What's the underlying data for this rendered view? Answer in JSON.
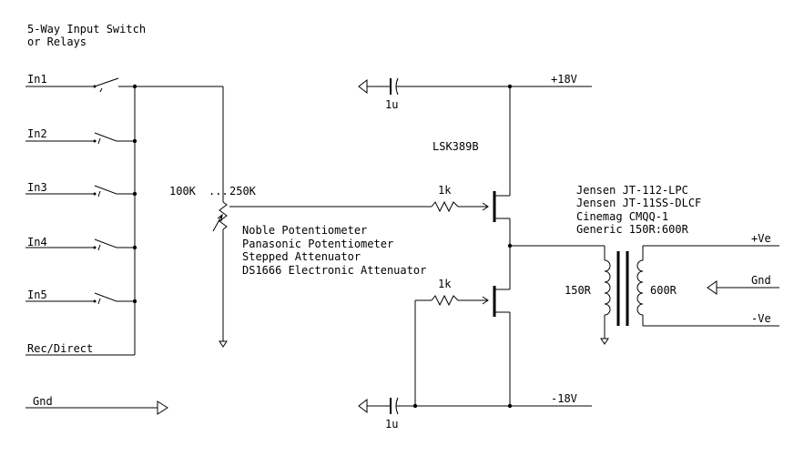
{
  "switch_block": {
    "title_line1": "5-Way Input Switch",
    "title_line2": "or Relays",
    "inputs": [
      "In1",
      "In2",
      "In3",
      "In4",
      "In5"
    ],
    "rec_direct": "Rec/Direct",
    "gnd": "Gnd"
  },
  "volume": {
    "range_low": "100K",
    "range_ellipsis": "...",
    "range_high": "250K",
    "options": [
      "Noble Potentiometer",
      "Panasonic Potentiometer",
      "Stepped Attenuator",
      "DS1666 Electronic Attenuator"
    ]
  },
  "amplifier": {
    "jfet_part": "LSK389B",
    "gate_resistor_upper": "1k",
    "gate_resistor_lower": "1k",
    "cap_upper": "1u",
    "cap_lower": "1u",
    "supply_positive": "+18V",
    "supply_negative": "-18V"
  },
  "transformer": {
    "options": [
      "Jensen JT-112-LPC",
      "Jensen JT-11SS-DLCF",
      "Cinemag CMQQ-1",
      "Generic 150R:600R"
    ],
    "primary": "150R",
    "secondary": "600R",
    "out_plus": "+Ve",
    "out_gnd": "Gnd",
    "out_minus": "-Ve"
  }
}
